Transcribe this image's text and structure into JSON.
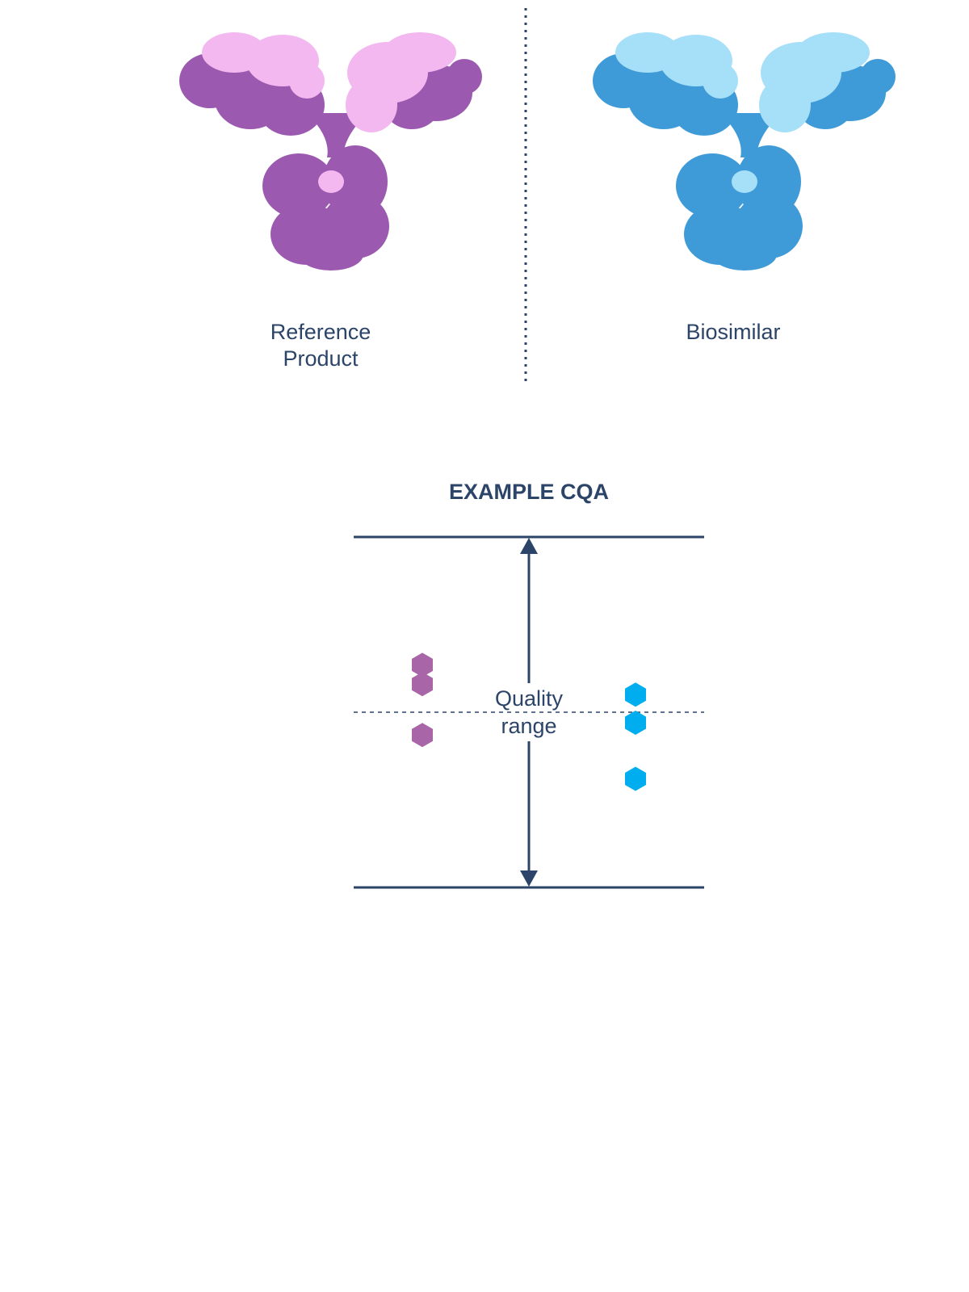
{
  "products": [
    {
      "name": "Reference Product",
      "line1": "Reference",
      "line2": "Product",
      "color_light": "#f3b8f0",
      "color_dark": "#9b5ab0"
    },
    {
      "name": "Biosimilar",
      "line1": "Biosimilar",
      "color_light": "#a6e0f8",
      "color_dark": "#3f9bd8"
    }
  ],
  "chart": {
    "title": "EXAMPLE CQA",
    "range_label_line1": "Quality",
    "range_label_line2": "range",
    "line_color": "#2b4468",
    "reference_color": "#a866a8",
    "biosimilar_color": "#00aeef"
  },
  "chart_data": {
    "type": "scatter",
    "title": "EXAMPLE CQA",
    "ylim": [
      -1,
      1
    ],
    "center_line": 0,
    "series": [
      {
        "name": "Reference Product",
        "values": [
          0.27,
          0.16,
          -0.13
        ]
      },
      {
        "name": "Biosimilar",
        "values": [
          0.1,
          -0.06,
          -0.38
        ]
      }
    ]
  }
}
